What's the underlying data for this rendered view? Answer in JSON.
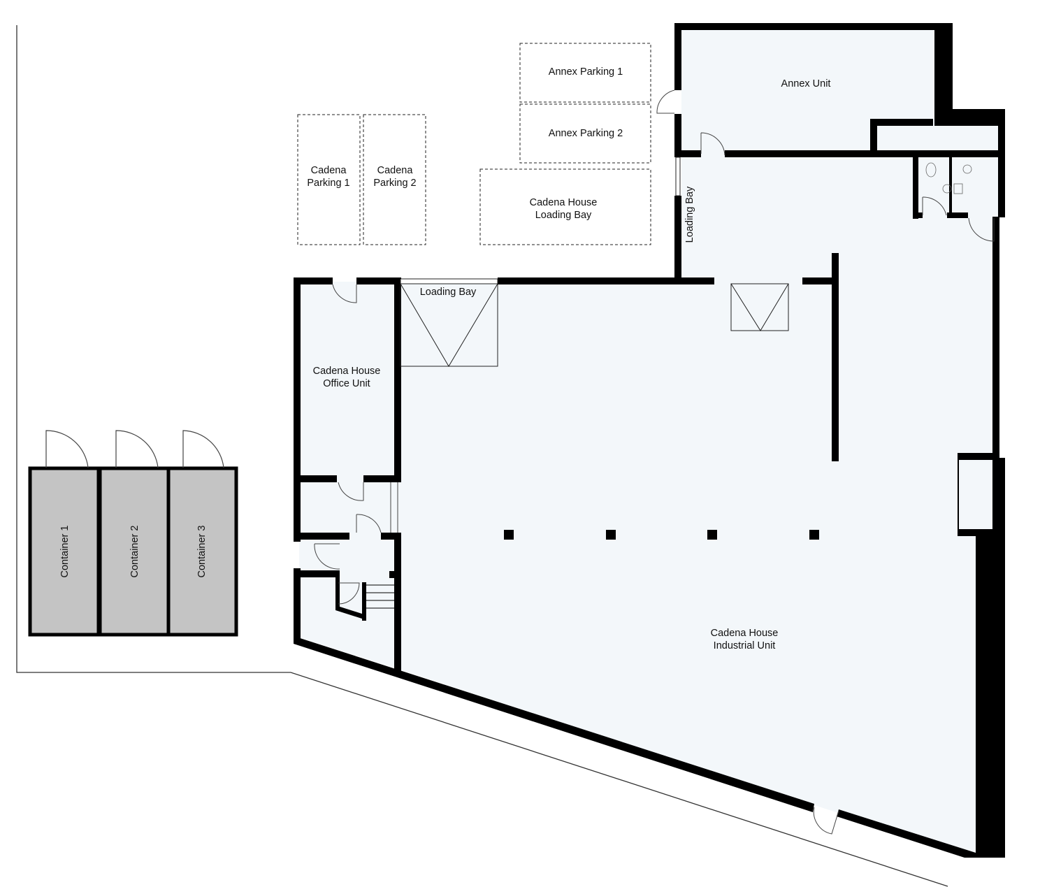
{
  "plan": {
    "colors": {
      "floor": "#f3f7fa",
      "wall": "#000000",
      "container": "#c4c4c4",
      "boundary": "#333333"
    },
    "rooms": {
      "annex_unit": "Annex Unit",
      "office_unit": [
        "Cadena House",
        "Office Unit"
      ],
      "industrial_unit": [
        "Cadena House",
        "Industrial Unit"
      ],
      "loading_bay_inner": "Loading Bay",
      "loading_bay_annex": "Loading Bay"
    },
    "parking": {
      "annex_parking_1": "Annex Parking 1",
      "annex_parking_2": "Annex Parking 2",
      "cadena_parking_1": [
        "Cadena",
        "Parking 1"
      ],
      "cadena_parking_2": [
        "Cadena",
        "Parking 2"
      ],
      "cadena_loading_bay": [
        "Cadena House",
        "Loading Bay"
      ]
    },
    "containers": [
      "Container 1",
      "Container 2",
      "Container 3"
    ]
  }
}
